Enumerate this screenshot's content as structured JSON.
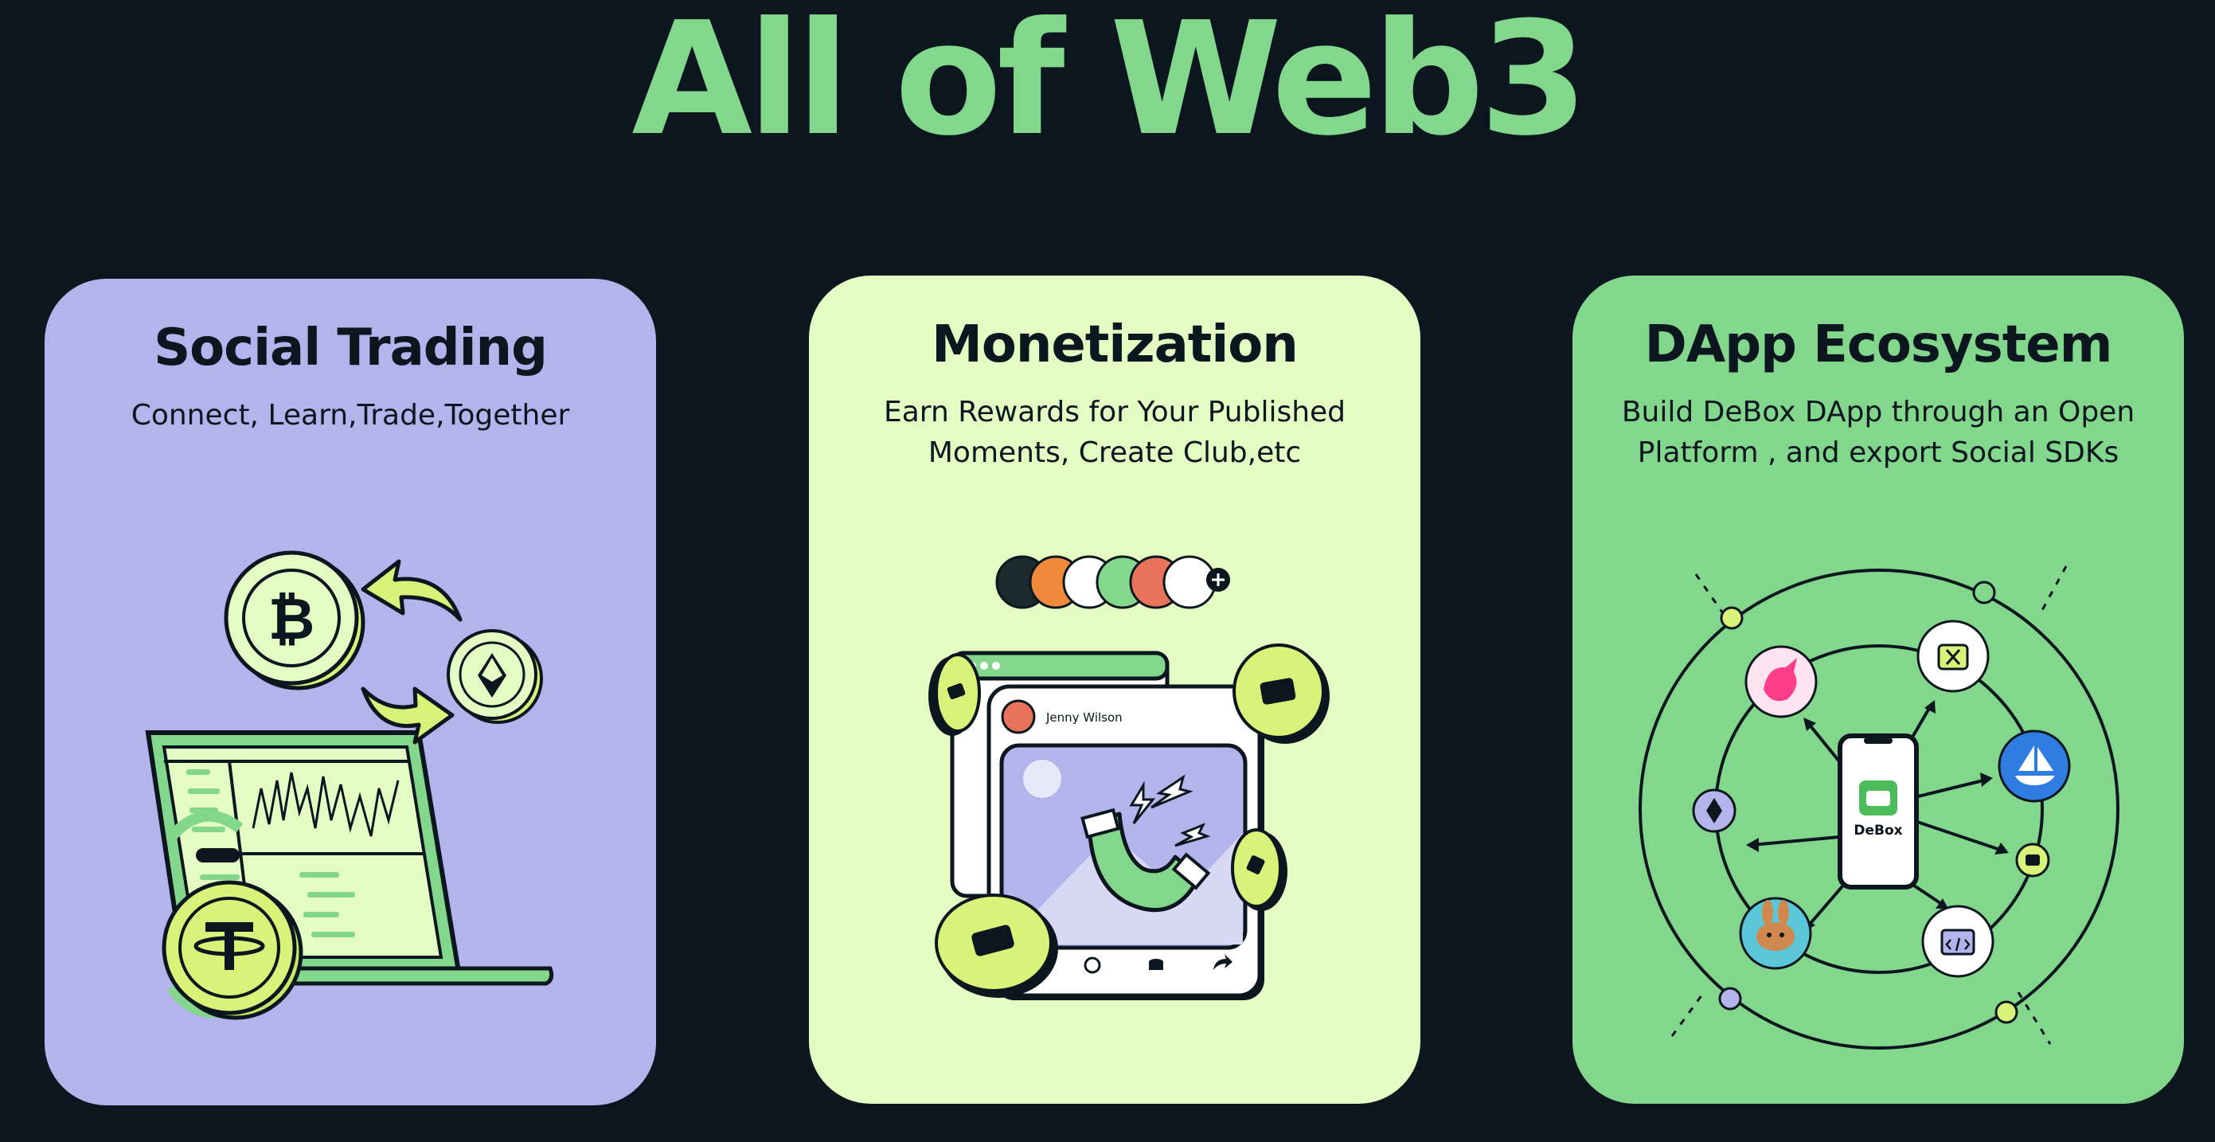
{
  "page": {
    "title": "All of Web3"
  },
  "cards": [
    {
      "title": "Social Trading",
      "subtitle": "Connect, Learn,Trade,Together",
      "background": "#b4b4ec"
    },
    {
      "title": "Monetization",
      "subtitle": "Earn Rewards for Your Published Moments, Create Club,etc",
      "background": "#e5fbc4",
      "post_username": "Jenny Wilson"
    },
    {
      "title": "DApp Ecosystem",
      "subtitle": "Build  DeBox DApp through an Open Platform , and export Social SDKs",
      "background": "#83d78d",
      "phone_label": "DeBox"
    }
  ],
  "colors": {
    "background": "#0b161e",
    "accent_green": "#83d78d",
    "lavender": "#b4b4ec",
    "pale_lime": "#e5fbc4",
    "lime": "#d9f27a",
    "dark": "#0b161e"
  },
  "icons": {
    "card1": [
      "laptop-chart-icon",
      "bitcoin-coin-icon",
      "ethereum-coin-icon",
      "tether-coin-icon",
      "curved-arrow-icon"
    ],
    "card2": [
      "avatar-stack-icon",
      "magnet-icon",
      "wallet-coin-icon",
      "comment-icon",
      "database-icon",
      "share-icon"
    ],
    "card3": [
      "phone-icon",
      "unicorn-icon",
      "toolkit-icon",
      "boat-icon",
      "ethereum-icon",
      "wallet-icon",
      "bunny-icon",
      "code-icon"
    ]
  }
}
